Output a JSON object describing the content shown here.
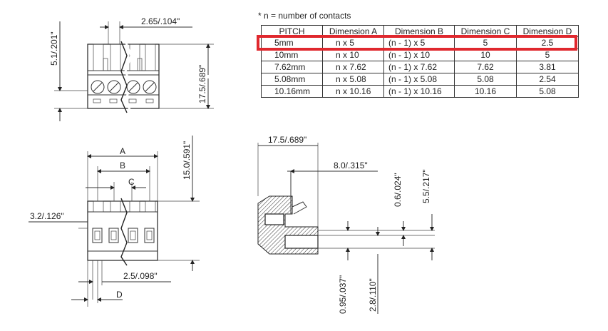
{
  "note": "* n = number of contacts",
  "table": {
    "headers": [
      "PITCH",
      "Dimension A",
      "Dimension B",
      "Dimension C",
      "Dimension D"
    ],
    "rows": [
      [
        "5mm",
        "n x 5",
        "(n - 1) x 5",
        "5",
        "2.5"
      ],
      [
        "10mm",
        "n x 10",
        "(n - 1) x 10",
        "10",
        "5"
      ],
      [
        "7.62mm",
        "n x 7.62",
        "(n - 1) x 7.62",
        "7.62",
        "3.81"
      ],
      [
        "5.08mm",
        "n x 5.08",
        "(n - 1) x 5.08",
        "5.08",
        "2.54"
      ],
      [
        "10.16mm",
        "n x 10.16",
        "(n - 1) x 10.16",
        "10.16",
        "5.08"
      ]
    ],
    "highlighted_row": 0,
    "highlight_color": "#e0282e"
  },
  "dimensions": {
    "top_width": "2.65/.104\"",
    "top_left_height": "5.1/.201\"",
    "top_right_height": "17.5/.689\"",
    "bottom_height": "15.0/.591\"",
    "label_a": "A",
    "label_b": "B",
    "label_c": "C",
    "label_d": "D",
    "left_offset": "3.2/.126\"",
    "bottom_pitch": "2.5/.098\"",
    "side_length": "17.5/.689\"",
    "side_pin": "8.0/.315\"",
    "side_small": "0.6/.024\"",
    "side_height": "5.5/.217\"",
    "side_pin_dia": "0.95/.037\"",
    "side_depth": "2.8/.110\""
  }
}
